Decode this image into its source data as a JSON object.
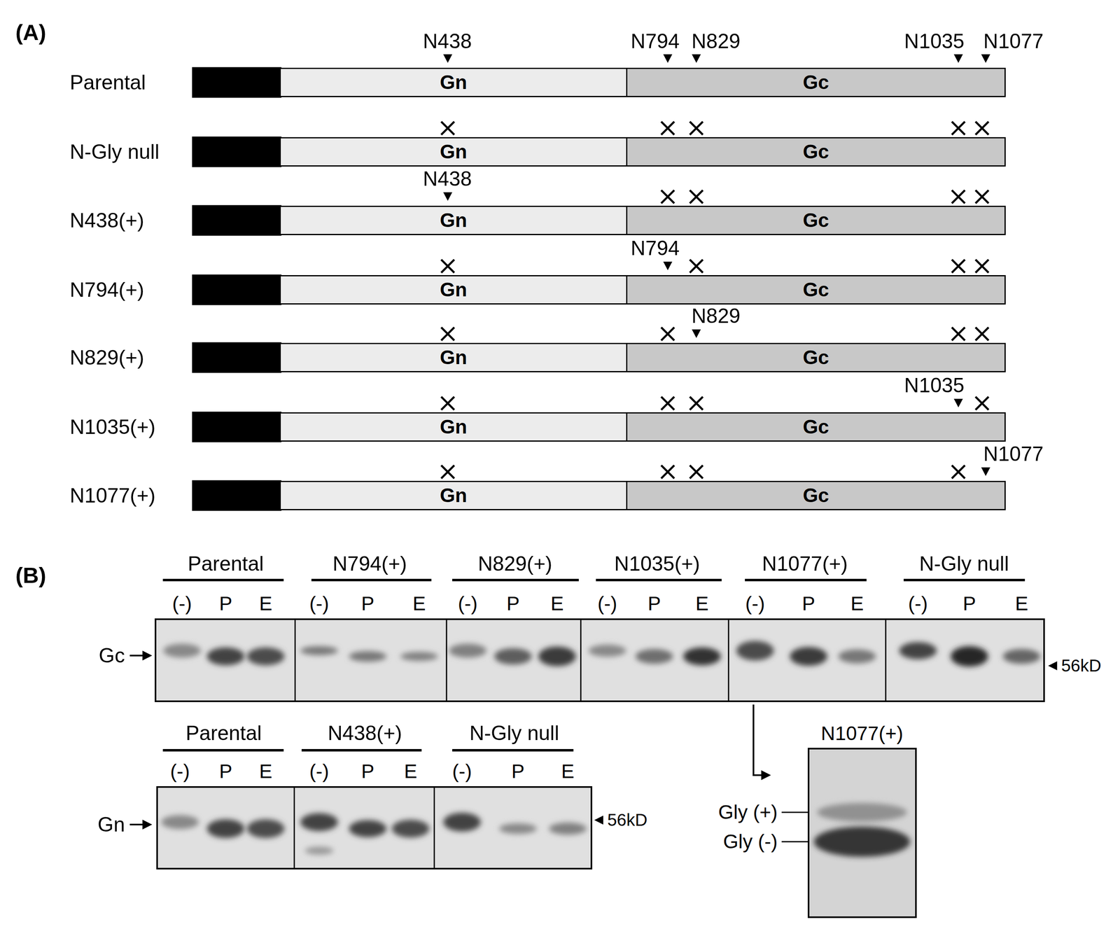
{
  "diagram": {
    "nodes": [
      {
        "text": [
          "Gn"
        ]
      },
      {
        "text": [
          "Gc"
        ]
      },
      {
        "text": [
          "Gn"
        ]
      },
      {
        "text": [
          "Gc"
        ]
      },
      {
        "text": [
          "Gn"
        ]
      },
      {
        "text": [
          "Gc"
        ]
      },
      {
        "text": [
          "Gn"
        ]
      },
      {
        "text": [
          "Gc"
        ]
      },
      {
        "text": [
          "Gn"
        ]
      },
      {
        "text": [
          "Gc"
        ]
      },
      {
        "text": [
          "Gn"
        ]
      },
      {
        "text": [
          "Gc"
        ]
      },
      {
        "text": [
          "Gn"
        ]
      },
      {
        "text": [
          "Gc"
        ]
      }
    ],
    "labels": [
      "(A)",
      "N438",
      "N794",
      "N829",
      "N1035",
      "N1077",
      "Parental",
      "N-Gly null",
      "N438",
      "N438(+)",
      "N794",
      "N794(+)",
      "N829",
      "N829(+)",
      "N1035",
      "N1035(+)",
      "N1077",
      "N1077(+)",
      "(B)",
      "Parental",
      "N794(+)",
      "N829(+)",
      "N1035(+)",
      "N1077(+)",
      "N-Gly null",
      "(-)",
      "P",
      "E",
      "(-)",
      "P",
      "E",
      "(-)",
      "P",
      "E",
      "(-)",
      "P",
      "E",
      "(-)",
      "P",
      "E",
      "(-)",
      "P",
      "E",
      "Gc",
      "56kD",
      "Parental",
      "N438(+)",
      "N-Gly null",
      "(-)",
      "P",
      "E",
      "(-)",
      "P",
      "E",
      "(-)",
      "P",
      "E",
      "Gn",
      "56kD",
      "N1077(+)",
      "Gly (+)",
      "Gly (-)"
    ]
  }
}
